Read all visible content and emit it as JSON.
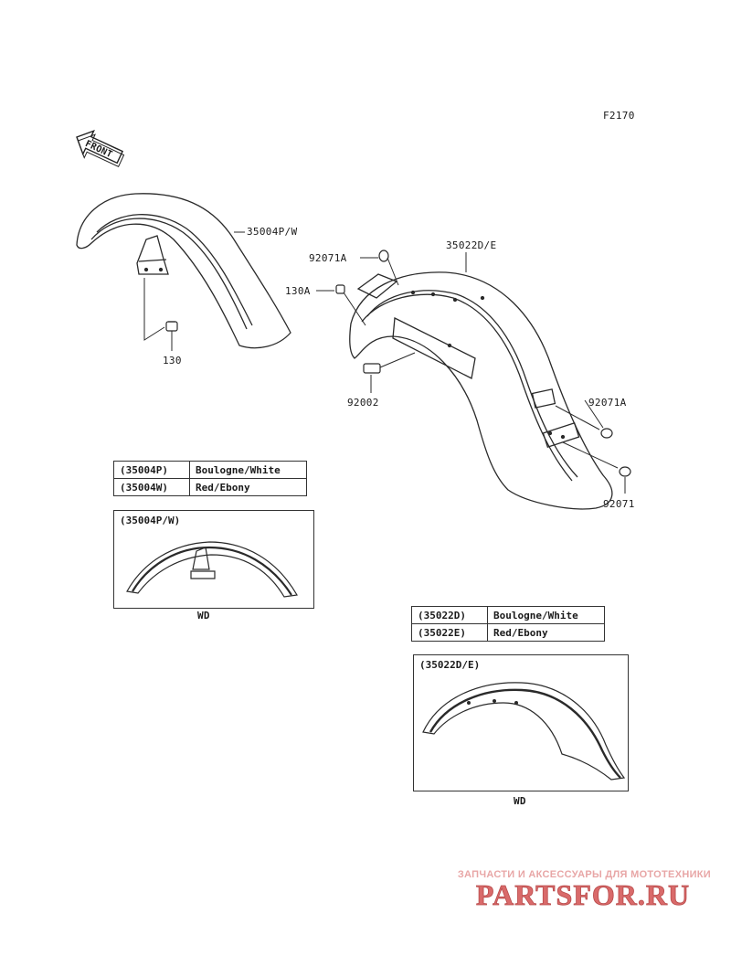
{
  "figure_code": "F2170",
  "front_indicator": "FRONT",
  "callouts": {
    "front_fender": "35004P/W",
    "front_bolt": "130",
    "rear_fender": "35022D/E",
    "rear_nut_a_top": "92071A",
    "rear_bolt_a": "130A",
    "rear_stud": "92002",
    "rear_nut_a_right": "92071A",
    "rear_nut": "92071"
  },
  "front_colors": {
    "rows": [
      {
        "code": "(35004P)",
        "color": "Boulogne/White"
      },
      {
        "code": "(35004W)",
        "color": "Red/Ebony"
      }
    ]
  },
  "front_detail": {
    "title": "(35004P/W)",
    "caption": "WD"
  },
  "rear_colors": {
    "rows": [
      {
        "code": "(35022D)",
        "color": "Boulogne/White"
      },
      {
        "code": "(35022E)",
        "color": "Red/Ebony"
      }
    ]
  },
  "rear_detail": {
    "title": "(35022D/E)",
    "caption": "WD"
  },
  "watermark": {
    "tagline": "ЗАПЧАСТИ И АКСЕССУАРЫ ДЛЯ МОТОТЕХНИКИ",
    "brand": "PARTSFOR.RU"
  },
  "colors": {
    "line": "#2a2a2a",
    "watermark": "#d96a6a"
  }
}
